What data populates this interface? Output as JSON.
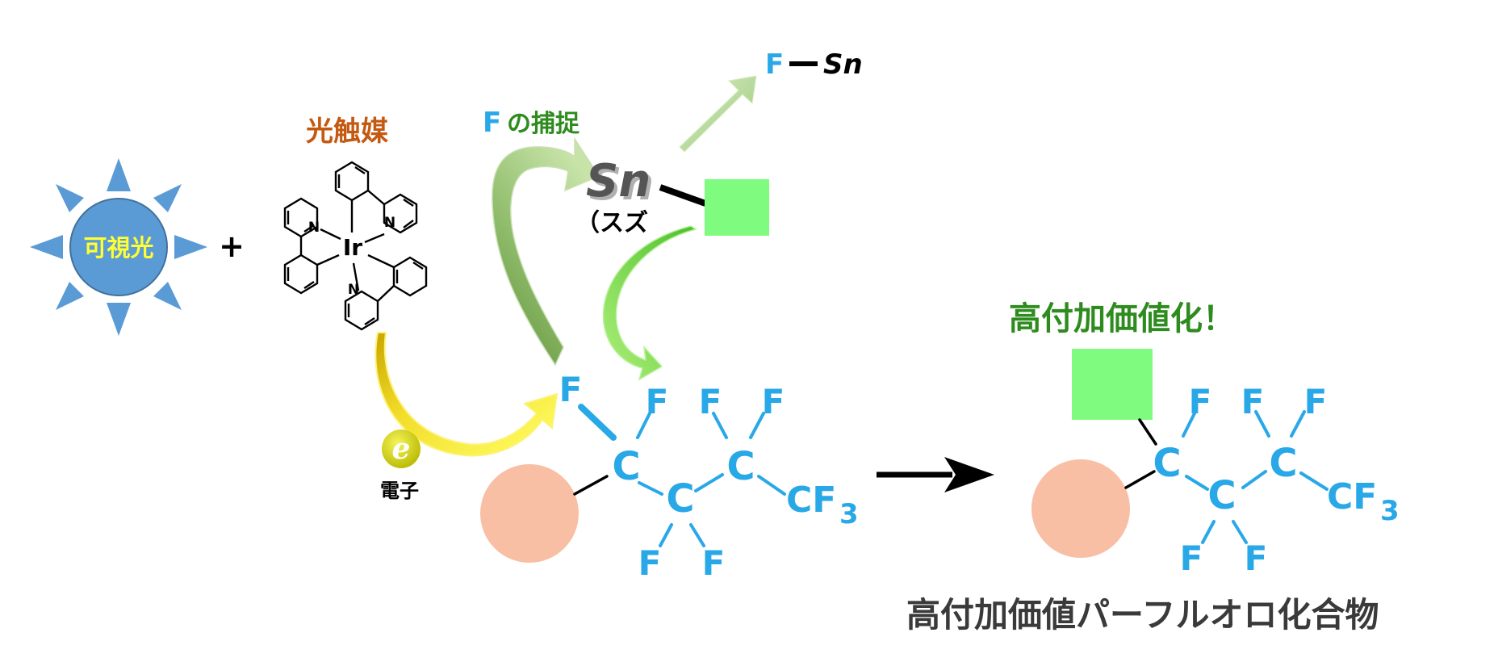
{
  "sun": {
    "label": "可視光"
  },
  "plus": "+",
  "photocatalyst": {
    "title": "光触媒",
    "metal": "Ir",
    "nitrogen": "N"
  },
  "electron": {
    "symbol": "e",
    "label": "電子"
  },
  "capture_label": {
    "f": "F",
    "text": "の捕捉"
  },
  "tin": {
    "symbol": "Sn",
    "paren": "（スズ"
  },
  "fsn": {
    "f": "F",
    "sn": "Sn"
  },
  "reactant": {
    "f_top": "F",
    "f1": "F",
    "f2": "F",
    "f3": "F",
    "f_bottom1": "F",
    "f_bottom2": "F",
    "c1": "C",
    "c2": "C",
    "c3": "C",
    "cf3": "CF",
    "sub3": "3"
  },
  "product": {
    "headline": "高付加価値化！",
    "f1": "F",
    "f2": "F",
    "f3": "F",
    "f_bottom1": "F",
    "f_bottom2": "F",
    "c1": "C",
    "c2": "C",
    "c3": "C",
    "cf3": "CF",
    "sub3": "3",
    "caption": "高付加価値パーフルオロ化合物"
  },
  "colors": {
    "sun_blue": "#5b9bd5",
    "sun_text": "#ffff33",
    "fluorine_blue": "#29a8e8",
    "catalyst_orange": "#c45911",
    "green_text": "#2e8b1e",
    "square_green": "#7ffb7f",
    "circle_peach": "#f8bfa4",
    "electron_yellow": "#c8c800"
  }
}
